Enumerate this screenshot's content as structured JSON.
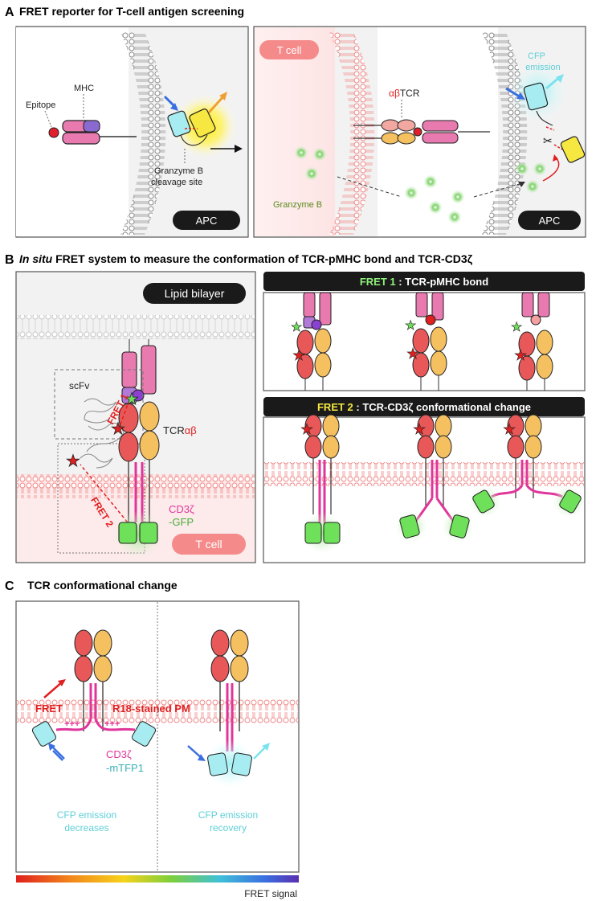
{
  "panelA": {
    "letter": "A",
    "title": "FRET reporter for T-cell antigen screening",
    "epitope": "Epitope",
    "mhc": "MHC",
    "granzyme_site_1": "Granzyme B",
    "granzyme_site_2": "cleavage site",
    "apc_left": "APC",
    "tcell": "T cell",
    "tcr_ab": "αβ",
    "tcr": "TCR",
    "cfp_1": "CFP",
    "cfp_2": "emission",
    "granzyme": "Granzyme B",
    "apc_right": "APC"
  },
  "panelB": {
    "letter": "B",
    "title_italic": "In situ",
    "title_rest": " FRET system to measure the conformation of TCR-pMHC bond and TCR-CD3ζ",
    "lipid": "Lipid bilayer",
    "scfv": "scFv",
    "fret1": "FRET 1",
    "fret2": "FRET 2",
    "tcr_prefix": "TCR",
    "tcr_suffix": "αβ",
    "cd3z": "CD3ζ",
    "gfp": "-GFP",
    "tcell": "T cell",
    "fret1_head": "FRET 1",
    "fret1_rest": " : TCR-pMHC bond",
    "fret2_head": "FRET 2",
    "fret2_rest": " : TCR-CD3ζ conformational change"
  },
  "panelC": {
    "letter": "C",
    "title": "TCR conformational change",
    "fret": "FRET",
    "r18": "R18-stained PM",
    "plus_left": "+++",
    "plus_right": "+++",
    "cd3z": "CD3ζ",
    "mtfp1": "-mTFP1",
    "dec_1": "CFP emission",
    "dec_2": "decreases",
    "rec_1": "CFP emission",
    "rec_2": "recovery",
    "scale": "FRET signal"
  },
  "colors": {
    "red": "#e02020",
    "magenta": "#e0359a",
    "orange": "#f0a030",
    "cyan": "#5ecfd0",
    "green": "#6ee05a",
    "olive": "#6a8a2a",
    "blue": "#3a6fe0"
  }
}
